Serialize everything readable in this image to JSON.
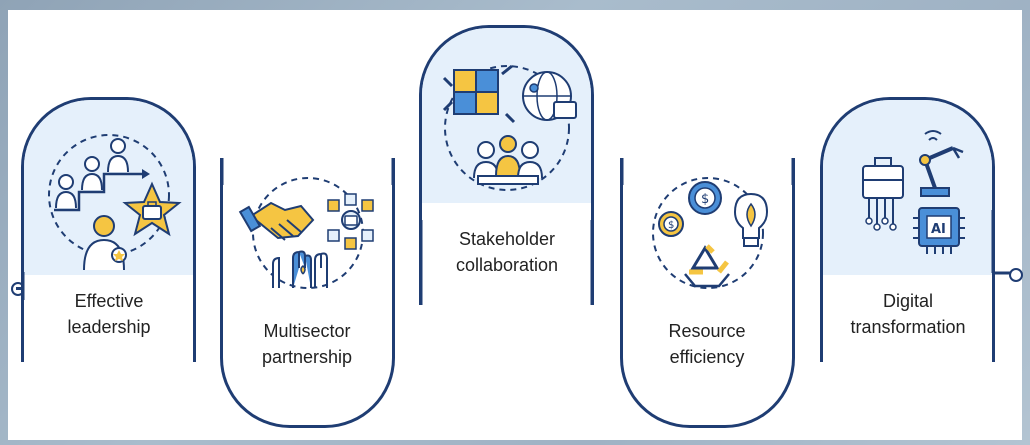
{
  "steps": [
    {
      "line1": "Effective",
      "line2": "leadership",
      "icon": "leadership-icon"
    },
    {
      "line1": "Multisector",
      "line2": "partnership",
      "icon": "partnership-icon"
    },
    {
      "line1": "Stakeholder",
      "line2": "collaboration",
      "icon": "collaboration-icon"
    },
    {
      "line1": "Resource",
      "line2": "efficiency",
      "icon": "efficiency-icon"
    },
    {
      "line1": "Digital",
      "line2": "transformation",
      "icon": "digital-transformation-icon"
    }
  ],
  "colors": {
    "outline": "#1f3d73",
    "accent": "#f5c542",
    "iconbg": "#e5f0fb",
    "text": "#222222"
  }
}
